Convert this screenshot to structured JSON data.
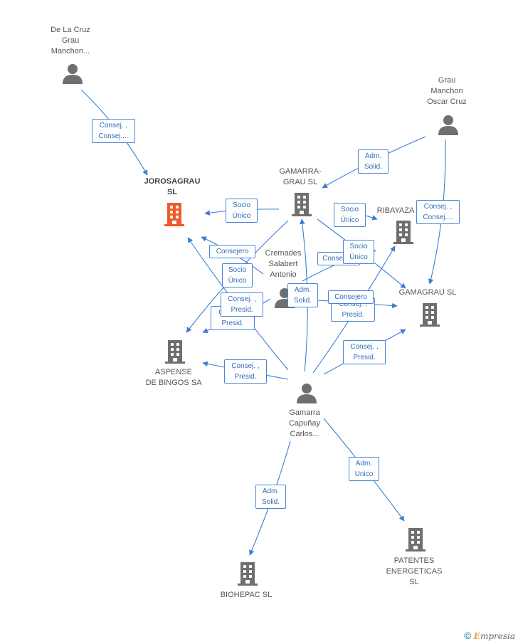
{
  "nodes": {
    "delacruz": {
      "label": "De La Cruz\nGrau\nManchon...",
      "type": "person"
    },
    "graumanchon": {
      "label": "Grau\nManchon\nOscar Cruz",
      "type": "person"
    },
    "jorosagrau": {
      "label": "JOROSAGRAU\nSL",
      "type": "company-main"
    },
    "gamarragrau": {
      "label": "GAMARRA-\nGRAU  SL",
      "type": "company"
    },
    "ribayaza": {
      "label": "RIBAYAZA",
      "type": "company"
    },
    "cremades": {
      "label": "Cremades\nSalabert\nAntonio",
      "type": "person"
    },
    "gamagrau": {
      "label": "GAMAGRAU  SL",
      "type": "company"
    },
    "aspense": {
      "label": "ASPENSE\nDE BINGOS SA",
      "type": "company"
    },
    "gamarracapunay": {
      "label": "Gamarra\nCapuñay\nCarlos...",
      "type": "person"
    },
    "patentes": {
      "label": "PATENTES\nENERGETICAS\nSL",
      "type": "company"
    },
    "biohepac": {
      "label": "BIOHEPAC  SL",
      "type": "company"
    }
  },
  "edge_labels": {
    "e1": "Consej. ,\nConsej....",
    "e2": "Adm.\nSolid.",
    "e3": "Socio\nÚnico",
    "e4": "Socio\nÚnico",
    "e5": "Consej. ,\nConsej....",
    "e6": "Consejero",
    "e7": "Consejero",
    "e8": "Socio\nÚnico",
    "e9": "Socio\nÚnico",
    "e10": "Consej. ,\nPresid.",
    "e11": "Consej. ,\nPresid.",
    "e12": "Adm.\nSolid.",
    "e13": "Consejero",
    "e14": "Consej. ,\nPresid.",
    "e15": "Consej. ,\nPresid.",
    "e16": "Consej. ,\nPresid.",
    "e17": "Adm.\nSolid.",
    "e18": "Adm.\nUnico"
  },
  "colors": {
    "edge": "#3a7fd5",
    "main_company": "#f05a28",
    "node_icon": "#6f6f6f"
  },
  "footer": {
    "copyright": "©",
    "brand_initial": "E",
    "brand_rest": "mpresia"
  }
}
